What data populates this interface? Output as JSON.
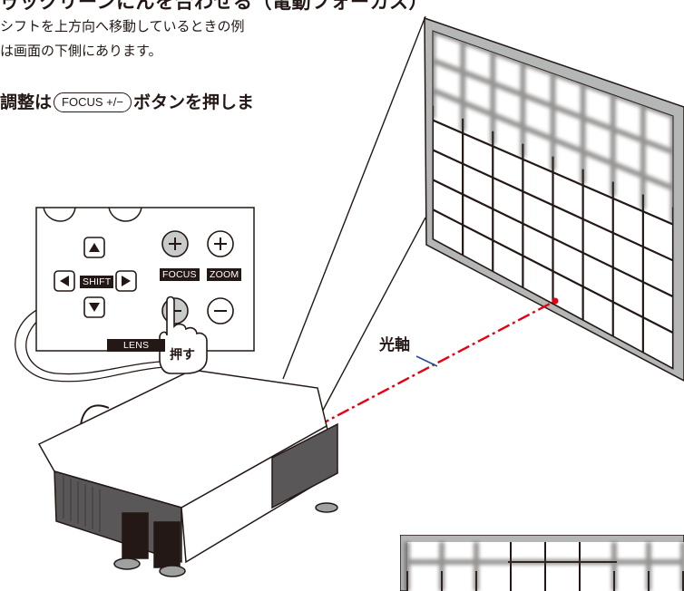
{
  "text": {
    "heading_fragment": "ゥックリーンにんを合わせる（電動フォーカス）",
    "line1": "シフトを上方向へ移動しているときの例",
    "line2": "は画面の下側にあります。",
    "step_prefix": "調整は",
    "step_key": "FOCUS +/−",
    "step_suffix": "ボタンを押しま",
    "optical_axis": "光軸",
    "push": "押す"
  },
  "panel": {
    "shift_label": "SHIFT",
    "focus_label": "FOCUS",
    "zoom_label": "ZOOM",
    "lens_label": "LENS"
  },
  "colors": {
    "ink": "#231815",
    "axis_red": "#e60012",
    "leader_blue": "#1f4e9c",
    "screen_frame": "#9fa0a0",
    "panel_bg": "#ffffff"
  }
}
